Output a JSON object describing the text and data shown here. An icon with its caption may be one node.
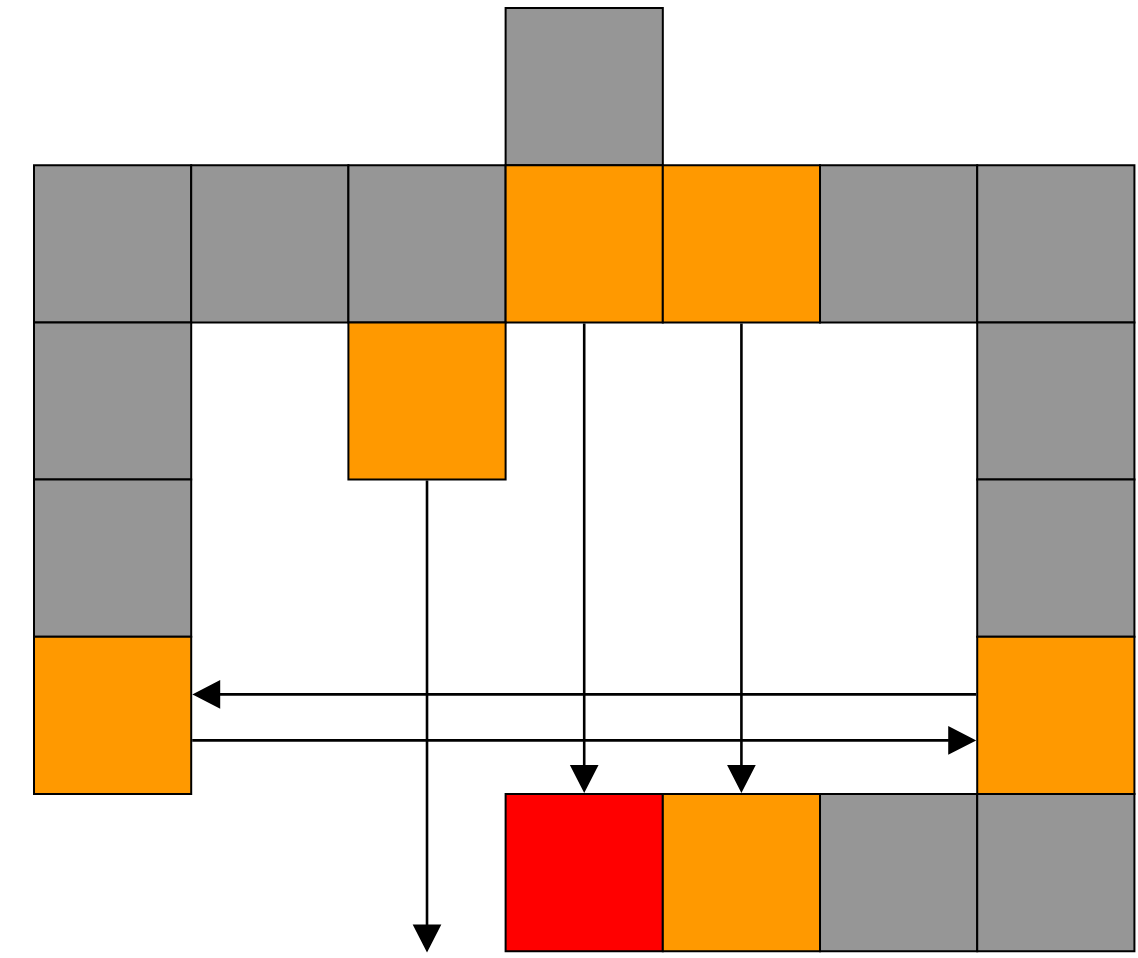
{
  "diagram": {
    "nodes": [
      {
        "text": [],
        "shape": "box"
      },
      {
        "text": [],
        "shape": "box"
      },
      {
        "text": [],
        "shape": "box"
      },
      {
        "text": [],
        "shape": "box"
      },
      {
        "text": [],
        "shape": "box"
      },
      {
        "text": [],
        "shape": "box"
      },
      {
        "text": [],
        "shape": "box"
      },
      {
        "text": [],
        "shape": "box"
      },
      {
        "text": [],
        "shape": "box"
      },
      {
        "text": [],
        "shape": "box"
      },
      {
        "text": [],
        "shape": "box"
      },
      {
        "text": [],
        "shape": "box"
      },
      {
        "text": [],
        "shape": "box"
      },
      {
        "text": [],
        "shape": "box"
      },
      {
        "text": [],
        "shape": "box"
      },
      {
        "text": [],
        "shape": "box"
      },
      {
        "text": [],
        "shape": "box"
      },
      {
        "text": [],
        "shape": "box"
      },
      {
        "text": [],
        "shape": "box"
      }
    ],
    "edges": [
      {
        "from": 9,
        "to": null,
        "arrow": "to"
      },
      {
        "from": 4,
        "to": 15,
        "arrow": "to"
      },
      {
        "from": 5,
        "to": 16,
        "arrow": "to"
      },
      {
        "from": 14,
        "to": 13,
        "arrow": "to"
      },
      {
        "from": 13,
        "to": 14,
        "arrow": "to"
      }
    ]
  }
}
